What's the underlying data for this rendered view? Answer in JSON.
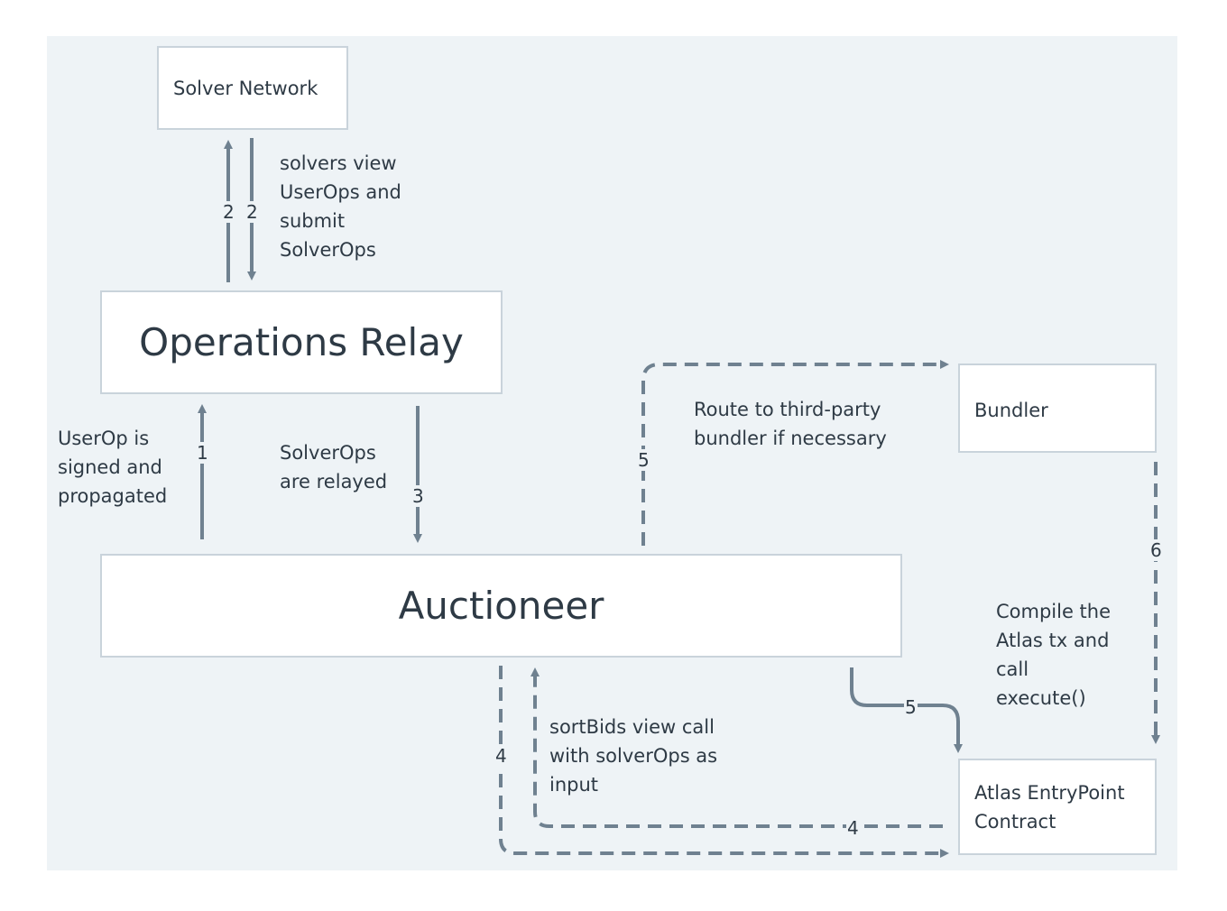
{
  "boxes": {
    "solver_network": "Solver Network",
    "operations_relay": "Operations Relay",
    "auctioneer": "Auctioneer",
    "bundler": "Bundler",
    "atlas_entrypoint": "Atlas EntryPoint Contract"
  },
  "labels": {
    "solvers_view": "solvers view UserOps and submit SolverOps",
    "userop_signed": "UserOp is signed and propagated",
    "solverops_relayed": "SolverOps are relayed",
    "route_bundler": "Route to third-party bundler if necessary",
    "compile_atlas": "Compile the Atlas tx and call execute()",
    "sortbids": "sortBids view call with solverOps as input"
  },
  "steps": {
    "s1": "1",
    "s2a": "2",
    "s2b": "2",
    "s3": "3",
    "s4a": "4",
    "s4b": "4",
    "s5a": "5",
    "s5b": "5",
    "s6": "6"
  },
  "colors": {
    "background": "#eef3f6",
    "box_border": "#c9d3db",
    "arrow": "#6f8190",
    "text": "#2e3a45"
  }
}
